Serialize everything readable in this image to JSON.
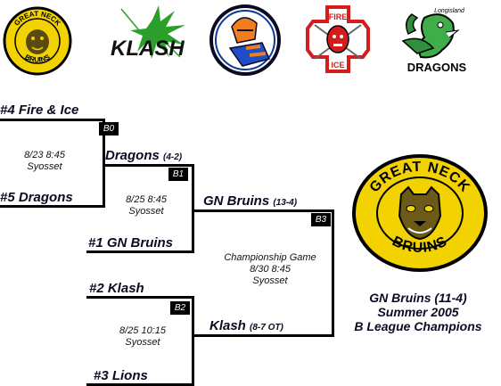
{
  "logos": {
    "great_neck": {
      "top": "GREAT NECK",
      "bottom": "BRUINS"
    },
    "klash": {
      "name": "KLASH"
    },
    "fire_ice": {
      "top": "FIRE",
      "bottom": "ICE"
    },
    "dragons": {
      "script": "Longisland",
      "name": "DRAGONS"
    }
  },
  "bracket": {
    "b0": {
      "label": "B0",
      "date": "8/23  8:45",
      "place": "Syosset",
      "top_team": "#4 Fire & Ice",
      "bottom_team": "#5 Dragons"
    },
    "b1": {
      "label": "B1",
      "date": "8/25 8:45",
      "place": "Syosset",
      "top_team": "Dragons",
      "top_record": "(4-2)",
      "bottom_team": "#1 GN Bruins"
    },
    "b2": {
      "label": "B2",
      "date": "8/25  10:15",
      "place": "Syosset",
      "top_team": "#2  Klash",
      "bottom_team": "#3  Lions"
    },
    "b3": {
      "label": "B3",
      "top_team": "GN Bruins",
      "top_record": "(13-4)",
      "bottom_team": "Klash",
      "bottom_record": "(8-7 OT)",
      "title": "Championship Game",
      "date": "8/30   8:45",
      "place": "Syosset"
    }
  },
  "champion": {
    "line1": "GN Bruins (11-4)",
    "line2": "Summer 2005",
    "line3": "B League Champions"
  },
  "colors": {
    "bruins_yellow": "#f2d200",
    "text_navy": "#0a0a23",
    "klash_green": "#2aa02a",
    "knights_orange": "#f07d1e",
    "fire_red": "#d41c1c"
  }
}
